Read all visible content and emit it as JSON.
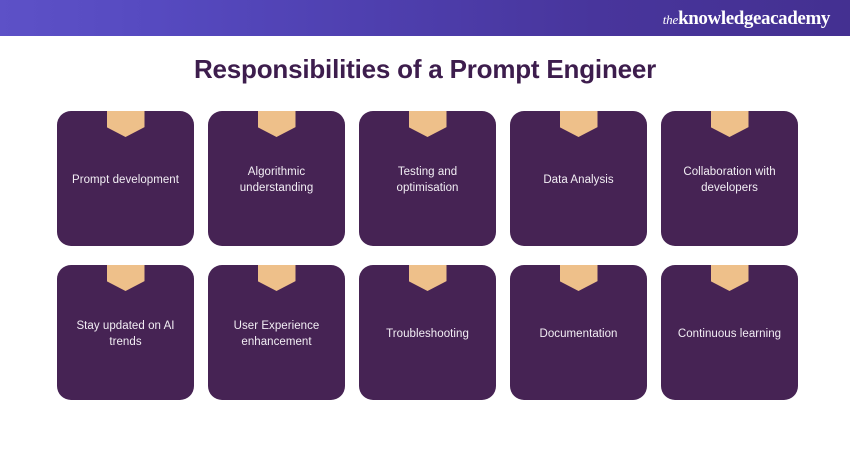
{
  "header": {
    "brand_prefix": "the",
    "brand_main": "knowledgeacademy",
    "gradient_left": "#5d51c7",
    "gradient_right": "#443091"
  },
  "title": "Responsibilities of a Prompt Engineer",
  "theme": {
    "card_bg": "#462354",
    "ribbon": "#eec08a",
    "title_color": "#3d1d4d",
    "card_text": "#f2eef4",
    "page_bg": "#ffffff"
  },
  "cards": {
    "row1": [
      {
        "label": "Prompt development"
      },
      {
        "label": "Algorithmic understanding"
      },
      {
        "label": "Testing and optimisation"
      },
      {
        "label": "Data Analysis"
      },
      {
        "label": "Collaboration with developers"
      }
    ],
    "row2": [
      {
        "label": "Stay updated on AI trends"
      },
      {
        "label": "User Experience enhancement"
      },
      {
        "label": "Troubleshooting"
      },
      {
        "label": "Documentation"
      },
      {
        "label": "Continuous learning"
      }
    ]
  }
}
